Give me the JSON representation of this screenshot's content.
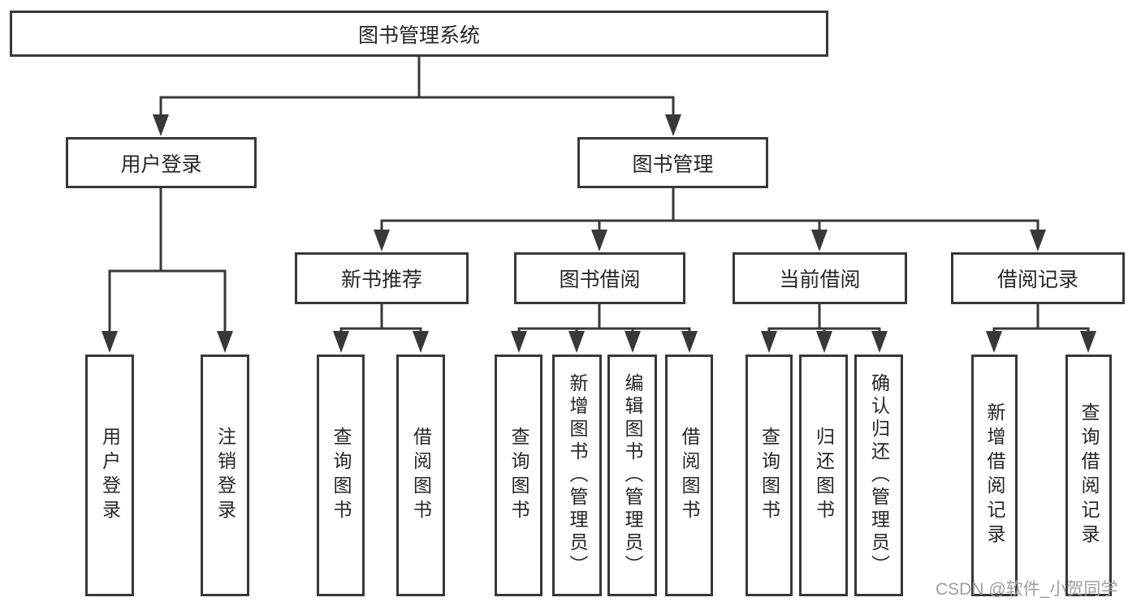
{
  "diagram": {
    "type": "hierarchy",
    "title": "图书管理系统"
  },
  "nodes": {
    "root": {
      "label": "图书管理系统"
    },
    "level2": [
      {
        "label": "用户登录",
        "parent": "图书管理系统"
      },
      {
        "label": "图书管理",
        "parent": "图书管理系统"
      }
    ],
    "level3": [
      {
        "label": "新书推荐",
        "parent": "图书管理"
      },
      {
        "label": "图书借阅",
        "parent": "图书管理"
      },
      {
        "label": "当前借阅",
        "parent": "图书管理"
      },
      {
        "label": "借阅记录",
        "parent": "图书管理"
      }
    ],
    "leaves": [
      {
        "label": "用户登录",
        "parent": "用户登录"
      },
      {
        "label": "注销登录",
        "parent": "用户登录"
      },
      {
        "label": "查询图书",
        "parent": "新书推荐"
      },
      {
        "label": "借阅图书",
        "parent": "新书推荐"
      },
      {
        "label": "查询图书",
        "parent": "图书借阅"
      },
      {
        "label": "新增图书（管理员）",
        "parent": "图书借阅"
      },
      {
        "label": "编辑图书（管理员）",
        "parent": "图书借阅"
      },
      {
        "label": "借阅图书",
        "parent": "图书借阅"
      },
      {
        "label": "查询图书",
        "parent": "当前借阅"
      },
      {
        "label": "归还图书",
        "parent": "当前借阅"
      },
      {
        "label": "确认归还（管理员）",
        "parent": "当前借阅"
      },
      {
        "label": "新增借阅记录",
        "parent": "借阅记录"
      },
      {
        "label": "查询借阅记录",
        "parent": "借阅记录"
      }
    ]
  },
  "watermark": "CSDN @软件_小贺同学",
  "colors": {
    "line": "#383838",
    "box_border": "#383838",
    "text": "#262626",
    "background": "#ffffff",
    "watermark": "#9e9e9e"
  }
}
